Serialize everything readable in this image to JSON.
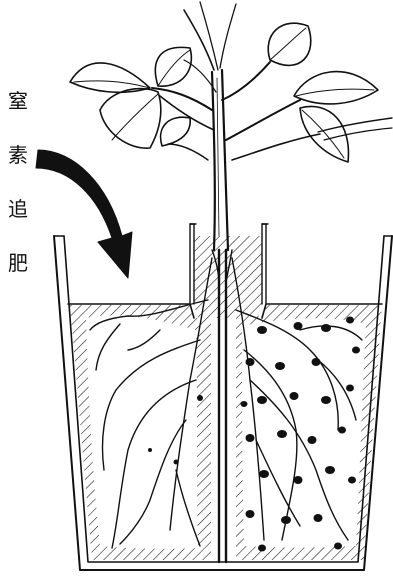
{
  "label": {
    "chars": [
      "窒",
      "素",
      "追",
      "肥"
    ]
  },
  "colors": {
    "ink": "#111111",
    "background": "#ffffff"
  },
  "figure": {
    "parts": [
      "plant-leaves",
      "plant-stem",
      "pot",
      "center-partition",
      "soil-left-chamber",
      "soil-right-chamber",
      "roots",
      "nitrogen-granules",
      "fertilizer-arrow"
    ]
  }
}
